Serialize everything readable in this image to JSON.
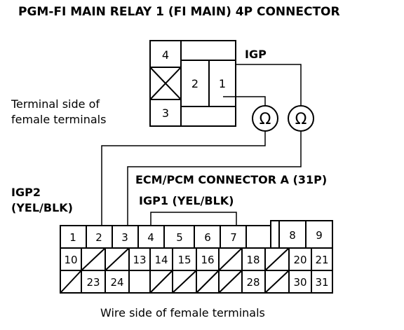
{
  "diagram": {
    "title": "PGM-FI MAIN RELAY 1 (FI MAIN) 4P CONNECTOR",
    "relay": {
      "pins": [
        "4",
        "2",
        "1",
        "3"
      ],
      "terminal_label": "IGP",
      "caption_line1": "Terminal side of",
      "caption_line2": "female terminals"
    },
    "meters": {
      "symbol": "Ω"
    },
    "ecm": {
      "title": "ECM/PCM CONNECTOR A (31P)",
      "igp1_label": "IGP1 (YEL/BLK)",
      "igp2_line1": "IGP2",
      "igp2_line2": "(YEL/BLK)",
      "row1": [
        "1",
        "2",
        "3",
        "4",
        "5",
        "6",
        "7",
        "8",
        "9"
      ],
      "row2": [
        "10",
        "13",
        "14",
        "15",
        "16",
        "18",
        "20",
        "21"
      ],
      "row3": [
        "23",
        "24",
        "28",
        "30",
        "31"
      ],
      "caption": "Wire side of female terminals"
    }
  }
}
